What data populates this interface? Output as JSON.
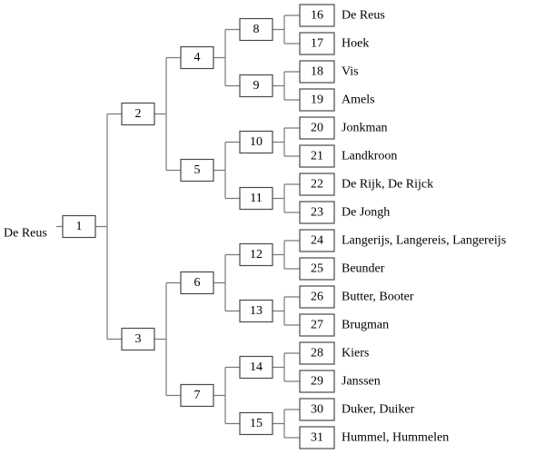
{
  "root": {
    "name": "De Reus",
    "number": "1"
  },
  "nodes": [
    {
      "number": "1"
    },
    {
      "number": "2"
    },
    {
      "number": "3"
    },
    {
      "number": "4"
    },
    {
      "number": "5"
    },
    {
      "number": "6"
    },
    {
      "number": "7"
    },
    {
      "number": "8"
    },
    {
      "number": "9"
    },
    {
      "number": "10"
    },
    {
      "number": "11"
    },
    {
      "number": "12"
    },
    {
      "number": "13"
    },
    {
      "number": "14"
    },
    {
      "number": "15"
    },
    {
      "number": "16",
      "name": "De Reus"
    },
    {
      "number": "17",
      "name": "Hoek"
    },
    {
      "number": "18",
      "name": "Vis"
    },
    {
      "number": "19",
      "name": "Amels"
    },
    {
      "number": "20",
      "name": "Jonkman"
    },
    {
      "number": "21",
      "name": "Landkroon"
    },
    {
      "number": "22",
      "name": "De Rijk, De Rijck"
    },
    {
      "number": "23",
      "name": "De Jongh"
    },
    {
      "number": "24",
      "name": "Langerijs, Langereis, Langereijs"
    },
    {
      "number": "25",
      "name": "Beunder"
    },
    {
      "number": "26",
      "name": "Butter, Booter"
    },
    {
      "number": "27",
      "name": "Brugman"
    },
    {
      "number": "28",
      "name": "Kiers"
    },
    {
      "number": "29",
      "name": "Janssen"
    },
    {
      "number": "30",
      "name": "Duker, Duiker"
    },
    {
      "number": "31",
      "name": "Hummel, Hummelen"
    }
  ]
}
